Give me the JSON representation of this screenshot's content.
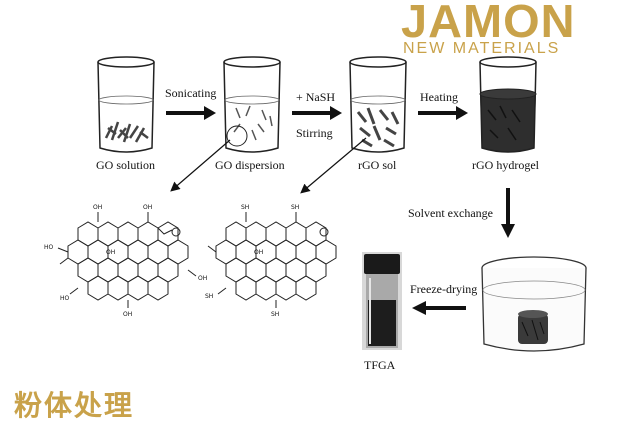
{
  "logo": {
    "main": "JAMON",
    "sub": "NEW MATERIALS"
  },
  "steps": {
    "sonicating": "Sonicating",
    "nash": "+ NaSH",
    "stirring": "Stirring",
    "heating": "Heating",
    "solvent_exchange": "Solvent exchange",
    "freeze_drying": "Freeze-drying"
  },
  "stages": {
    "go_solution": "GO solution",
    "go_dispersion": "GO dispersion",
    "rgo_sol": "rGO sol",
    "rgo_hydrogel": "rGO hydrogel",
    "tfga": "TFGA"
  },
  "caption_cn": "粉体处理",
  "colors": {
    "gold": "#c9a24a",
    "ink": "#111111"
  }
}
